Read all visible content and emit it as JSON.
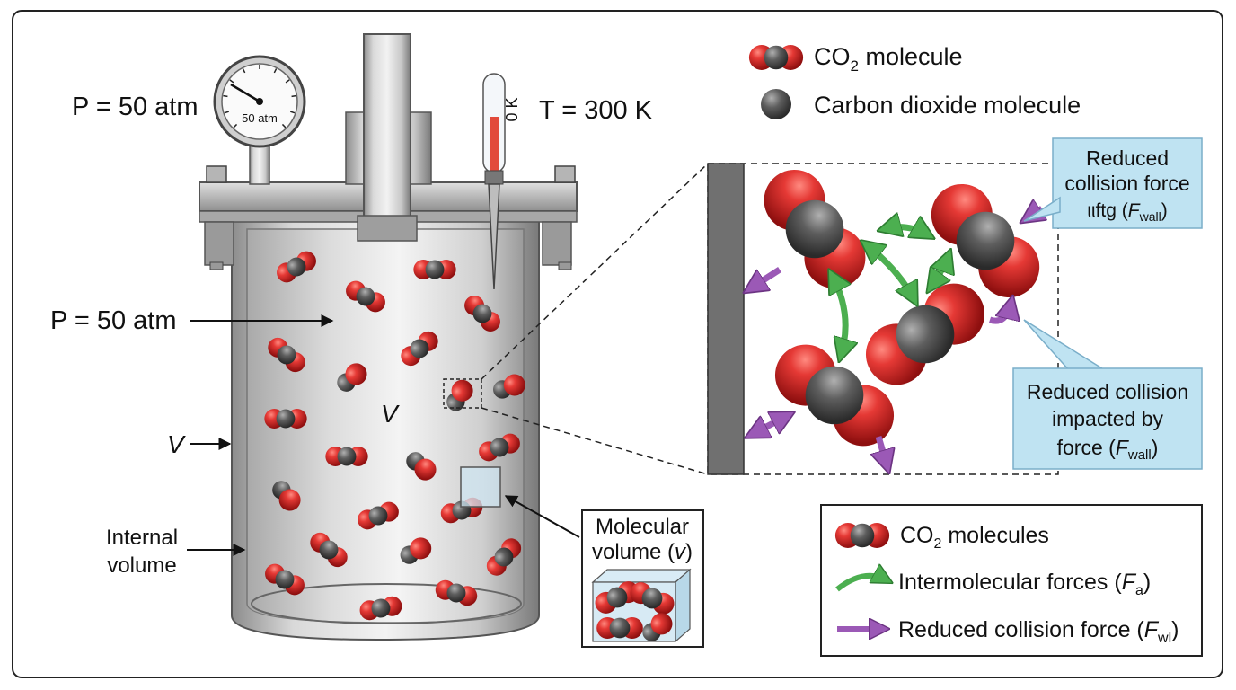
{
  "vessel": {
    "gauge_label": "50 atm",
    "gauge_pressure_label": "P = 50 atm",
    "thermometer_scale": "0 K",
    "temperature_label": "T = 300 K",
    "volume_symbol": "V"
  },
  "annotations": {
    "pressure_arrow_label": "P = 50 atm",
    "volume_arrow_label": "V",
    "internal_volume_line1": "Internal",
    "internal_volume_line2": "volume"
  },
  "top_legend": {
    "co2_prefix": "CO",
    "co2_sub": "2",
    "co2_suffix": " molecule",
    "carbon_label": "Carbon dioxide molecule"
  },
  "zoom_panel": {
    "callout_top_line1": "Reduced",
    "callout_top_line2": "collision force",
    "callout_top_line3_prefix": "ιιftg (",
    "callout_top_F": "F",
    "callout_top_sub": "wall",
    "callout_top_close": ")",
    "callout_bottom_line1": "Reduced collision",
    "callout_bottom_line2": "impacted by",
    "callout_bottom_line3_prefix": "force (",
    "callout_bottom_F": "F",
    "callout_bottom_sub": "wall",
    "callout_bottom_close": ")"
  },
  "molecular_volume_box": {
    "line1": "Molecular",
    "line2_prefix": "volume (",
    "line2_v": "v",
    "line2_close": ")"
  },
  "bottom_legend": {
    "co2_prefix": "CO",
    "co2_sub": "2",
    "co2_suffix": " molecules",
    "intermolecular_prefix": "Intermolecular forces (",
    "intermolecular_F": "F",
    "intermolecular_sub": "a",
    "intermolecular_close": ")",
    "reduced_prefix": "Reduced collision force (",
    "reduced_F": "F",
    "reduced_sub": "wl",
    "reduced_close": ")"
  },
  "colors": {
    "oxygen": "#d42020",
    "carbon": "#555555",
    "attraction_arrow": "#4caf50",
    "collision_arrow": "#9b59b6",
    "callout_fill": "#bfe3f2"
  }
}
